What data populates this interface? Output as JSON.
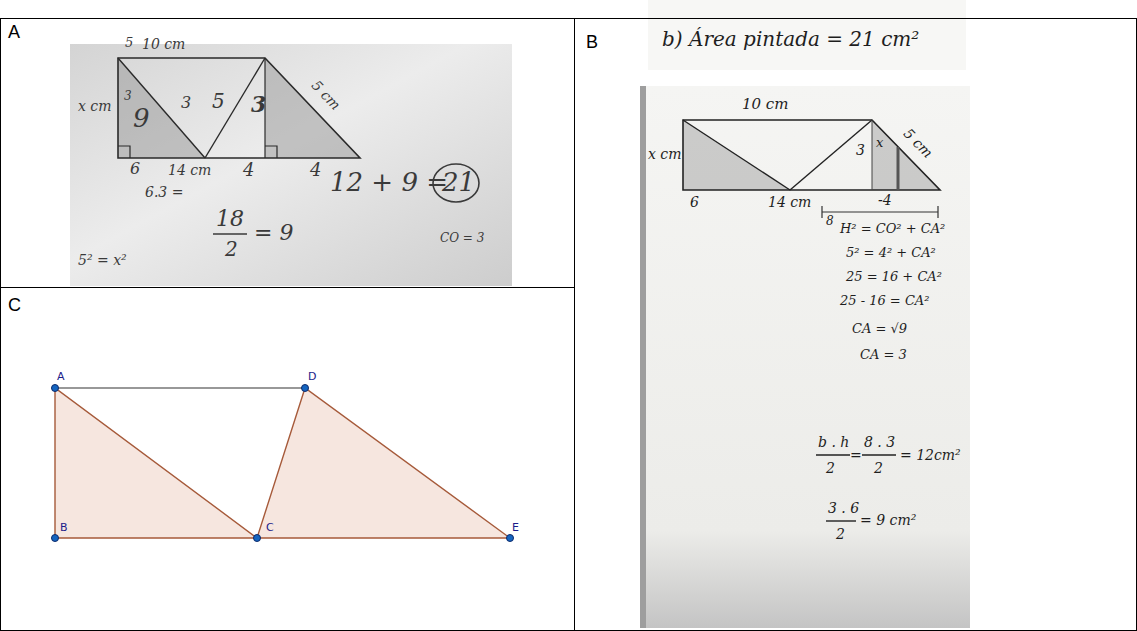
{
  "diagram": {
    "nodes": [
      {
        "text": [
          "A"
        ]
      },
      {
        "text": [
          "B"
        ]
      },
      {
        "text": [
          "C"
        ]
      }
    ],
    "labels": [
      "5",
      "10 cm",
      "x cm",
      "3",
      "9",
      "3",
      "5",
      "3",
      "5 cm",
      "6",
      "14 cm",
      "4",
      "4",
      "6.3 =",
      "12 + 9 =",
      "21",
      "18",
      "2",
      "= 9",
      "5² = x²",
      "CO = 3",
      "b) Área pintada = 21 cm²",
      "10 cm",
      "x cm",
      "3",
      "x",
      "5 cm",
      "6",
      "14 cm",
      "-4",
      "8",
      "H² = CO² + CA²",
      "5² = 4² + CA²",
      "25 = 16 + CA²",
      "25 - 16 = CA²",
      "CA = √9",
      "CA = 3",
      "b . h",
      "2",
      "=",
      "8 . 3",
      "2",
      "= 12cm²",
      "3 . 6",
      "2",
      "= 9 cm²",
      "A",
      "D",
      "B",
      "C",
      "E"
    ]
  }
}
